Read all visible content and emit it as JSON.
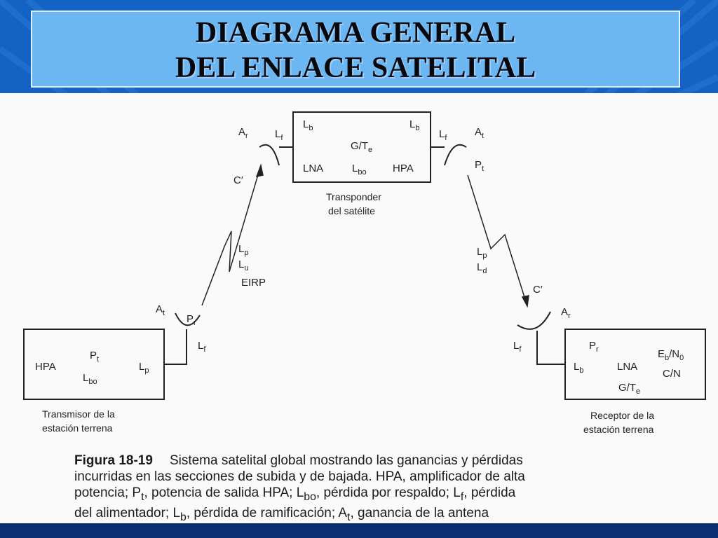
{
  "title": {
    "line1": "DIAGRAMA GENERAL",
    "line2": "DEL ENLACE SATELITAL"
  },
  "colors": {
    "background": "#1463c4",
    "title_box": "#6cb6f2",
    "panel": "#fafafa",
    "bottom_bar": "#0b2d74",
    "ink": "#222222"
  },
  "transponder": {
    "lb_left": "L",
    "lb_left_sub": "b",
    "lb_right": "L",
    "lb_right_sub": "b",
    "gte": "G/T",
    "gte_sub": "e",
    "lna": "LNA",
    "lbo": "L",
    "lbo_sub": "bo",
    "hpa": "HPA",
    "caption_line1": "Transponder",
    "caption_line2": "del satélite"
  },
  "sat_rx_antenna": {
    "ar": "A",
    "ar_sub": "r",
    "lf": "L",
    "lf_sub": "f"
  },
  "sat_tx_antenna": {
    "lf": "L",
    "lf_sub": "f",
    "at": "A",
    "at_sub": "t",
    "pt": "P",
    "pt_sub": "t"
  },
  "uplink": {
    "c_prime": "C′",
    "lp": "L",
    "lp_sub": "p",
    "lu": "L",
    "lu_sub": "u",
    "eirp": "EIRP"
  },
  "downlink": {
    "lp": "L",
    "lp_sub": "p",
    "ld": "L",
    "ld_sub": "d",
    "c_prime": "C′"
  },
  "transmitter": {
    "hpa": "HPA",
    "pt": "P",
    "pt_sub": "t",
    "lbo": "L",
    "lbo_sub": "bo",
    "lp": "L",
    "lp_sub": "p",
    "at": "A",
    "at_sub": "t",
    "pr": "P",
    "pr_sub": "r",
    "lf": "L",
    "lf_sub": "f",
    "caption_line1": "Transmisor de la",
    "caption_line2": "estación terrena"
  },
  "receiver": {
    "ar": "A",
    "ar_sub": "r",
    "lf": "L",
    "lf_sub": "f",
    "pr": "P",
    "pr_sub": "r",
    "eb": "E",
    "eb_sub": "b",
    "n0": "/N",
    "n0_sub": "0",
    "lb": "L",
    "lb_sub": "b",
    "lna": "LNA",
    "cn": "C/N",
    "gte": "G/T",
    "gte_sub": "e",
    "caption_line1": "Receptor de la",
    "caption_line2": "estación terrena"
  },
  "figure_caption": {
    "label": "Figura 18-19",
    "text1": "Sistema satelital global mostrando las ganancias y pérdidas",
    "text2": "incurridas en las secciones de subida y de bajada. HPA, amplificador de alta",
    "text3": "potencia; P",
    "text3_sub": "t",
    "text4": ", potencia de salida HPA; L",
    "text4_sub": "bo",
    "text5": ", pérdida por respaldo; L",
    "text5_sub": "f",
    "text6": ", pérdida",
    "text7": "del alimentador; L",
    "text7_sub": "b",
    "text8": ", pérdida de ramificación; A",
    "text8_sub": "t",
    "text9": ", ganancia de la antena"
  }
}
